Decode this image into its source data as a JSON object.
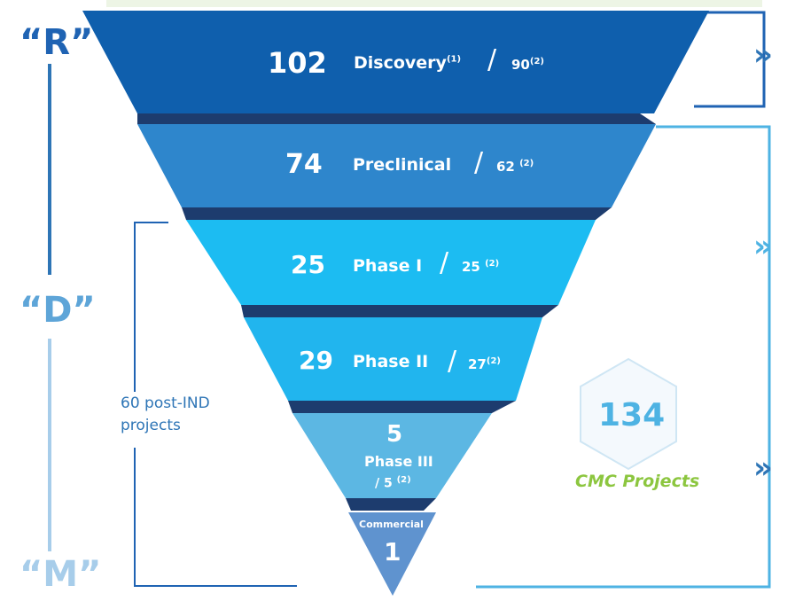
{
  "stage_letters": {
    "r": "“R”",
    "d": "“D”",
    "m": "“M”"
  },
  "colors": {
    "r": "#1f63b3",
    "d": "#5ea5d8",
    "m": "#a7cdea",
    "band_discovery": "#0f5fad",
    "band_preclinical": "#2e86cc",
    "band_phase1": "#1cbcf2",
    "band_phase2": "#21b5ee",
    "band_phase3": "#5cb7e3",
    "band_commercial": "#5f93cf",
    "shadow": "#1d3c6e",
    "bracket_dark": "#1f63b3",
    "bracket_light": "#4eb3e3",
    "cmc_text": "#4eb3e3",
    "cmc_label": "#8cc63f"
  },
  "funnel": {
    "discovery": {
      "count": "102",
      "name": "Discovery",
      "name_sup": "(1)",
      "slash": "/",
      "alt": "90",
      "alt_sup": "(2)"
    },
    "preclinical": {
      "count": "74",
      "name": "Preclinical",
      "slash": "/",
      "alt": "62",
      "alt_sup": "(2)"
    },
    "phase1": {
      "count": "25",
      "name": "Phase I",
      "slash": "/",
      "alt": "25",
      "alt_sup": "(2)"
    },
    "phase2": {
      "count": "29",
      "name": "Phase II",
      "slash": "/",
      "alt": "27",
      "alt_sup": "(2)"
    },
    "phase3": {
      "count": "5",
      "name": "Phase III",
      "alt_line": "/ 5",
      "alt_sup": "(2)"
    },
    "commercial": {
      "name": "Commercial",
      "count": "1"
    }
  },
  "post_ind_note": {
    "line1": "60 post-IND",
    "line2": "projects"
  },
  "cmc": {
    "value": "134",
    "label": "CMC Projects"
  },
  "chevron_glyph": "»"
}
